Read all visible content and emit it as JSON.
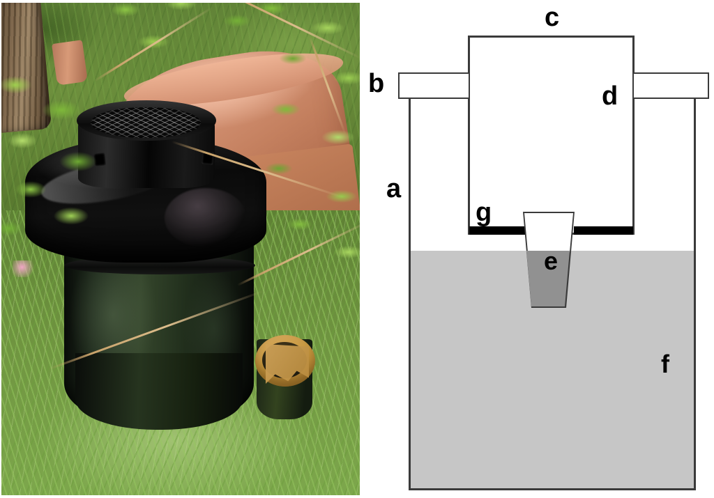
{
  "figure": {
    "title": "Ovitrap / gravid mosquito trap: field photograph and schematic cross-section",
    "panels": [
      "photograph",
      "schematic"
    ]
  },
  "photo": {
    "caption": "Black plastic gravid trap set on grass next to terracotta flower pots, with a separate paper-lined sampling cup on the ground",
    "elements": {
      "trap_body": "black bucket",
      "trap_lid": "black dome lid",
      "trap_chimney": "black funnel tower",
      "mesh_screen": "wire mesh screen",
      "entry_slot": "entry slot",
      "sampling_cup": "paper-lined sampling cup",
      "flower_pot_large": "large terracotta pot",
      "flower_pot_small": "small terracotta pot",
      "tree_trunk": "tree trunk",
      "twig": "twig",
      "foliage": "leafy vegetation",
      "grass": "grass lawn",
      "dark_sheet": "dark sheet"
    }
  },
  "diagram": {
    "labels": {
      "a": "a",
      "b": "b",
      "c": "c",
      "d": "d",
      "e": "e",
      "f": "f",
      "g": "g"
    },
    "parts": {
      "a": "outer container wall",
      "b": "rim flange",
      "c": "inner container top",
      "d": "inner container wall",
      "e": "sampling cup",
      "f": "water reservoir",
      "g": "perforated floor"
    },
    "colors": {
      "outline": "#3a3a3a",
      "water_fill": "#c6c6c6",
      "cup_fill": "#919191",
      "floor_bar": "#000000",
      "background": "#ffffff"
    }
  }
}
